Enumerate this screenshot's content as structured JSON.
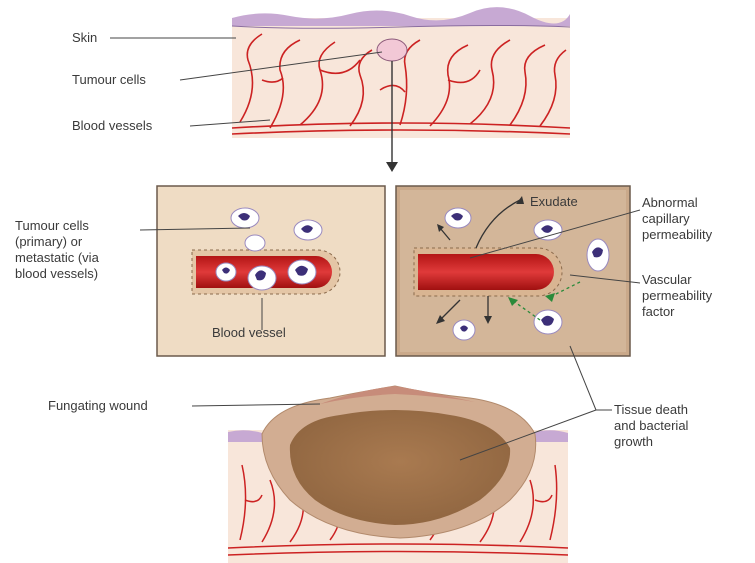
{
  "labels": {
    "skin": "Skin",
    "tumour_cells": "Tumour cells",
    "blood_vessels": "Blood vessels",
    "tumour_cells_primary": "Tumour cells\n(primary) or\nmetastatic (via\nblood vessels)",
    "blood_vessel": "Blood vessel",
    "exudate": "Exudate",
    "abnormal_capillary": "Abnormal\ncapillary\npermeability",
    "vascular_permeability": "Vascular\npermeability\nfactor",
    "fungating_wound": "Fungating wound",
    "tissue_death": "Tissue death\nand bacterial\ngrowth"
  },
  "colors": {
    "skin_top": "#c7a9d3",
    "tissue": "#f7e7dc",
    "vessel": "#cc2222",
    "panel_bg": "#efdcc4",
    "panel_border": "#6b5a4c",
    "cell": "#ffffff",
    "nucleus": "#3c2f78",
    "wound_outer": "#cda48a",
    "wound_inner": "#a77a53",
    "leader": "#444444"
  }
}
